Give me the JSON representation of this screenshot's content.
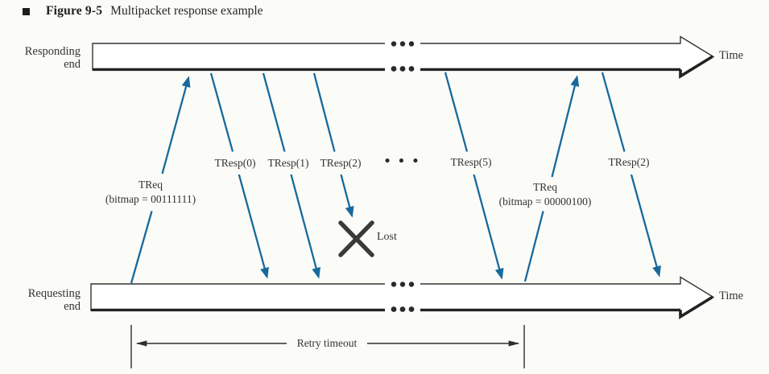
{
  "figure_header": {
    "bullet": "■",
    "label": "Figure 9-5",
    "caption": "Multipacket response example"
  },
  "timeline_top": {
    "endpoint_line1": "Responding",
    "endpoint_line2": "end",
    "axis_label": "Time"
  },
  "timeline_bottom": {
    "endpoint_line1": "Requesting",
    "endpoint_line2": "end",
    "axis_label": "Time"
  },
  "messages": {
    "treq1_name": "TReq",
    "treq1_detail": "(bitmap = 00111111)",
    "tresp0": "TResp(0)",
    "tresp1": "TResp(1)",
    "tresp2": "TResp(2)",
    "tresp5": "TResp(5)",
    "treq2_name": "TReq",
    "treq2_detail": "(bitmap = 00000100)",
    "tresp2_retry": "TResp(2)",
    "lost": "Lost"
  },
  "annotations": {
    "retry_timeout": "Retry timeout",
    "ellipsis": "• • •"
  },
  "colors": {
    "message_arrow": "#17699c",
    "ink": "#2c2c2c"
  }
}
